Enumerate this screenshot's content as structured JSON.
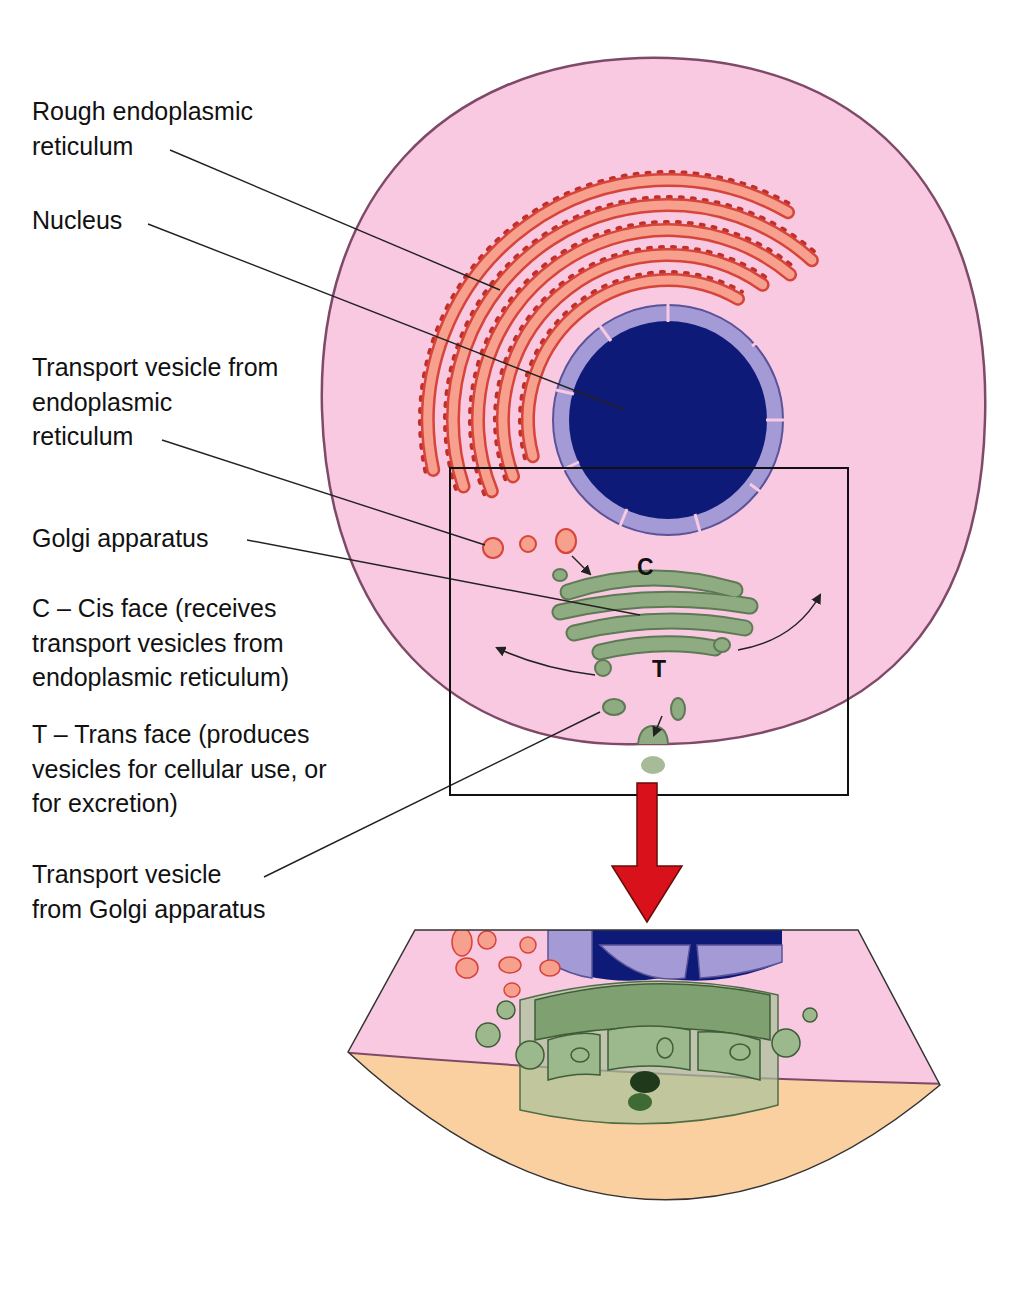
{
  "diagram": {
    "labels": [
      "Rough endoplasmic reticulum",
      "Nucleus",
      "Transport vesicle from endoplasmic reticulum",
      "Golgi apparatus",
      "C",
      "C – Cis face (receives transport vesicles from endoplasmic reticulum)",
      "T",
      "T – Trans face (produces vesicles for cellular use, or for excretion)",
      "Transport vesicle from Golgi apparatus"
    ]
  }
}
